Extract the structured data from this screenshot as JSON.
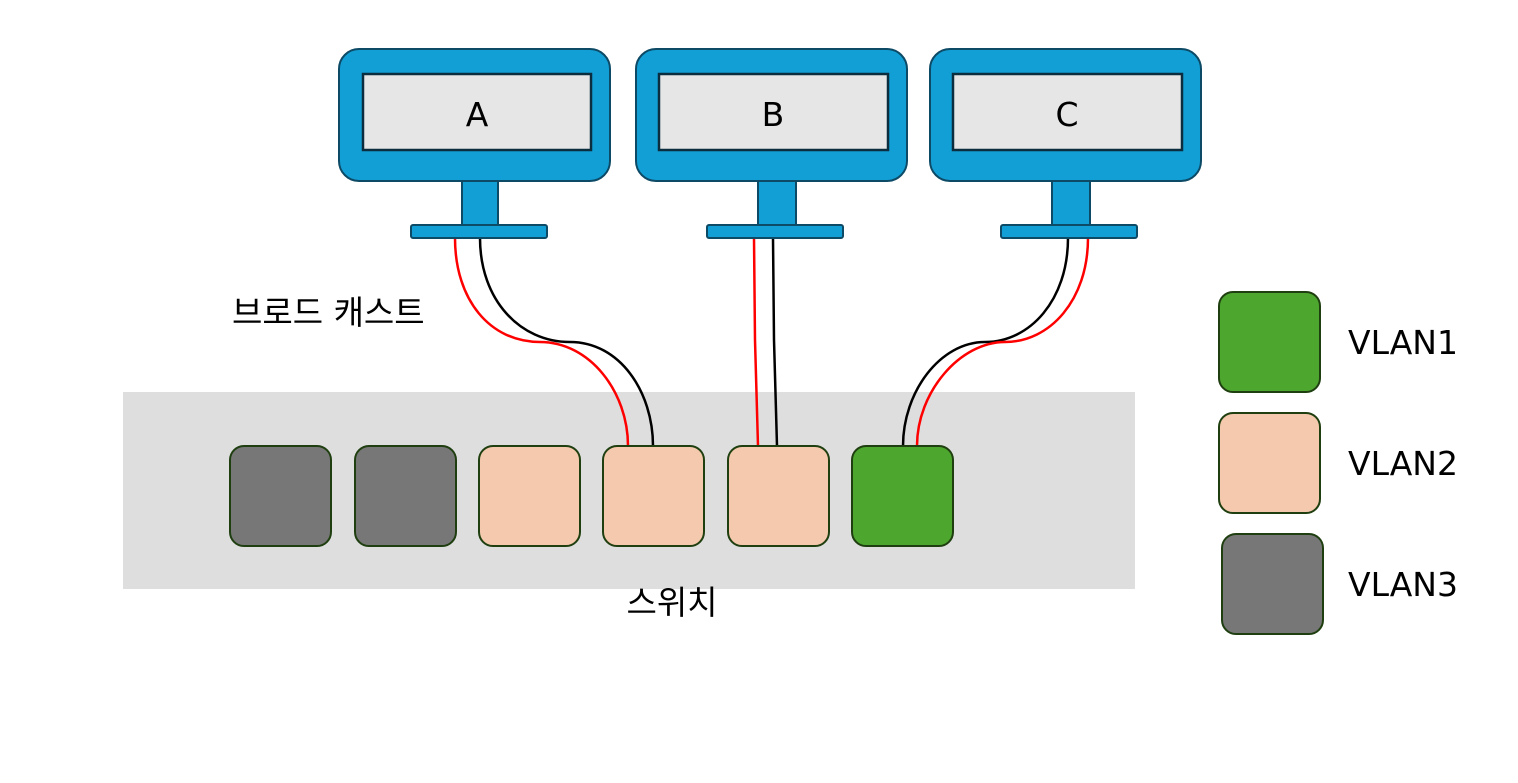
{
  "computers": [
    {
      "id": "a",
      "label": "A"
    },
    {
      "id": "b",
      "label": "B"
    },
    {
      "id": "c",
      "label": "C"
    }
  ],
  "broadcast_label": "브로드 캐스트",
  "switch_label": "스위치",
  "switch_ports": [
    {
      "vlan": "VLAN3"
    },
    {
      "vlan": "VLAN3"
    },
    {
      "vlan": "VLAN2"
    },
    {
      "vlan": "VLAN2"
    },
    {
      "vlan": "VLAN2"
    },
    {
      "vlan": "VLAN1"
    }
  ],
  "legend": [
    {
      "label": "VLAN1",
      "color": "#4da72e"
    },
    {
      "label": "VLAN2",
      "color": "#f4c9ad"
    },
    {
      "label": "VLAN3",
      "color": "#777777"
    }
  ],
  "colors": {
    "monitor_frame": "#129fd6",
    "monitor_screen": "#e6e6e6",
    "switch_body": "#dedede",
    "cable_broadcast": "#ff0000",
    "cable_normal": "#000000",
    "port_border": "#1f3f10"
  }
}
